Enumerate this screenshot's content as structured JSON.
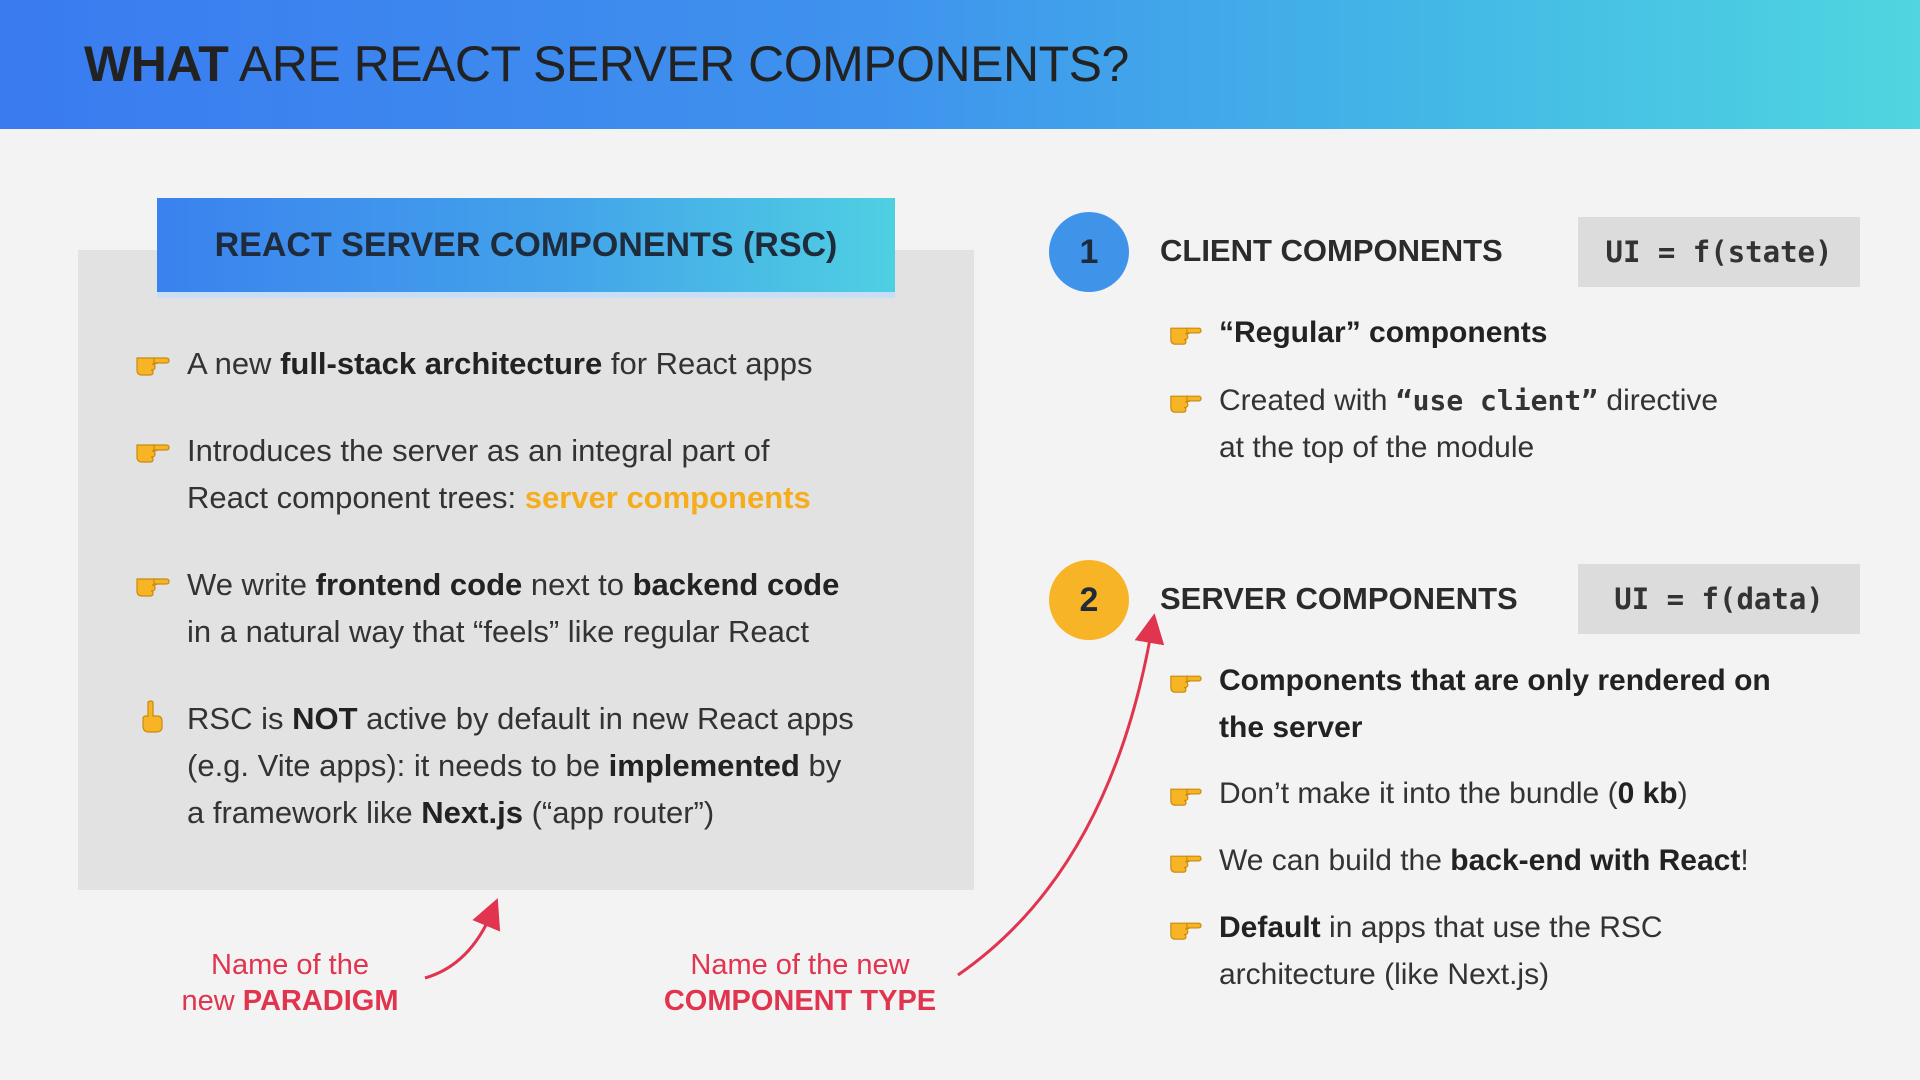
{
  "header": {
    "title_bold": "WHAT",
    "title_rest": " ARE REACT SERVER COMPONENTS?"
  },
  "panel": {
    "title": "REACT SERVER COMPONENTS (RSC)",
    "bullets": [
      {
        "p1": "A new ",
        "b1": "full-stack architecture",
        "p2": " for React apps"
      },
      {
        "p1": "Introduces the server as an integral part of",
        "p2": "React component trees: ",
        "highlight": "server components"
      },
      {
        "p1": "We write ",
        "b1": "frontend code",
        "p2": " next to ",
        "b2": "backend code",
        "p3": "in a natural way that “feels” like regular React"
      },
      {
        "p1": "RSC is ",
        "b1": "NOT",
        "p2": " active by default in new React apps",
        "p3": "(e.g. Vite apps): it needs to be ",
        "b2": "implemented",
        "p4": " by",
        "p5": "a framework like ",
        "b3": "Next.js",
        "p6": " (“app router”)"
      }
    ]
  },
  "client": {
    "number": "1",
    "title": "CLIENT COMPONENTS",
    "formula": "UI = f(state)",
    "bullets": [
      {
        "b1": "“Regular” components"
      },
      {
        "p1": "Created with ",
        "code": "“use client”",
        "p2": " directive",
        "p3": "at the top of the module"
      }
    ]
  },
  "server": {
    "number": "2",
    "title": "SERVER COMPONENTS",
    "formula": "UI = f(data)",
    "bullets": [
      {
        "b1": "Components that are only rendered on",
        "b2": "the server"
      },
      {
        "p1": "Don’t make it into the bundle (",
        "b1": "0 kb",
        "p2": ")"
      },
      {
        "p1": "We can build the ",
        "b1": "back-end with React",
        "p2": "!"
      },
      {
        "b1": "Default",
        "p1": " in apps that use the RSC",
        "p2": "architecture (like Next.js)"
      }
    ]
  },
  "notes": {
    "paradigm": {
      "line1": "Name of the",
      "line2_plain": "new ",
      "line2_bold": "PARADIGM"
    },
    "type": {
      "line1": "Name of the new",
      "line2_bold": "COMPONENT TYPE"
    }
  },
  "colors": {
    "accent_blue": "#3f94ea",
    "accent_orange": "#f8b427",
    "annotation_red": "#e0344f",
    "highlight_orange": "#f6ad1c"
  },
  "icons": {
    "bullet": "pointing-hand-icon",
    "warning": "raised-finger-icon"
  }
}
